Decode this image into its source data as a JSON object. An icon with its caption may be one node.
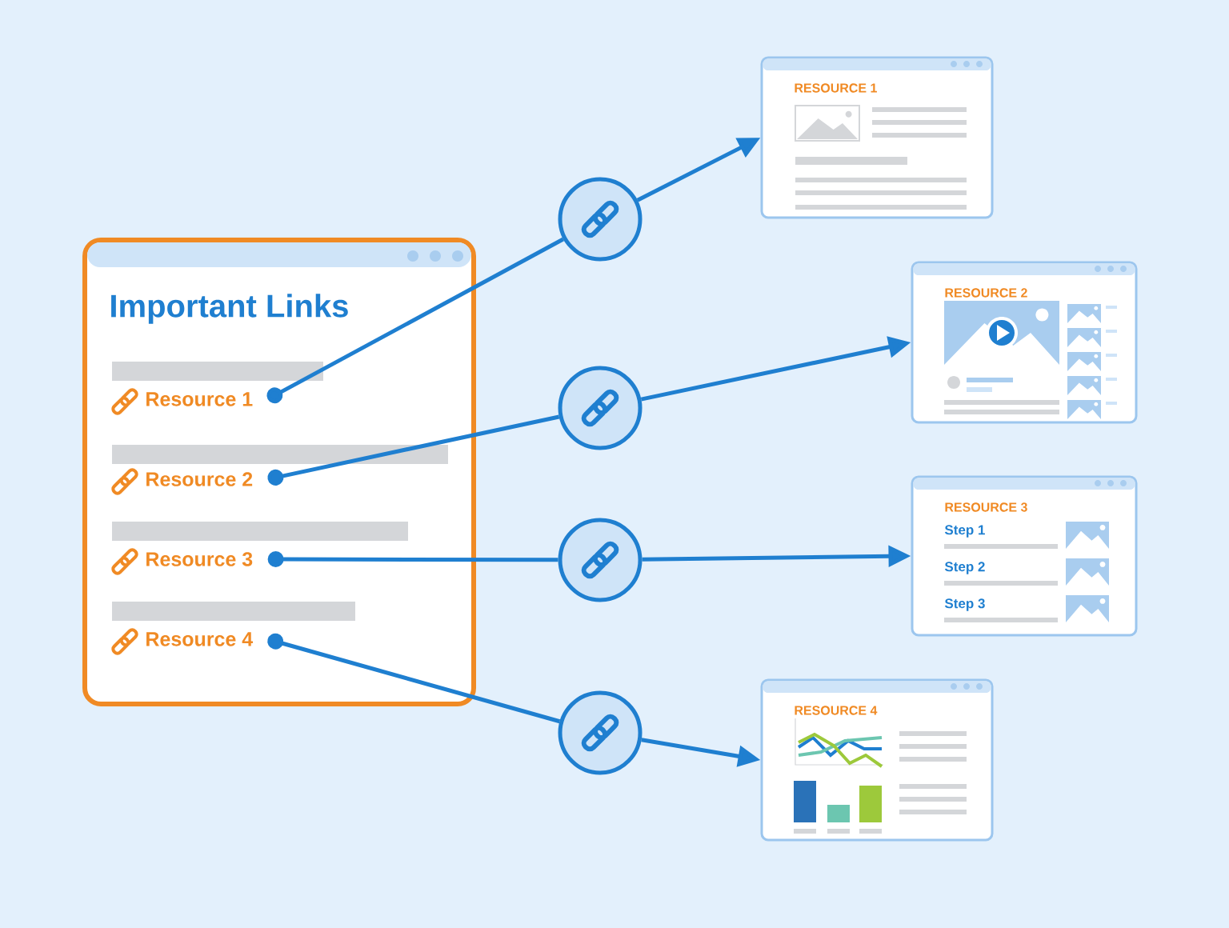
{
  "diagram": {
    "nodes": [
      {
        "text": [
          "Important Links"
        ]
      },
      {
        "text": [
          "Resource 1"
        ],
        "in": 0
      },
      {
        "text": [
          "Resource 2"
        ],
        "in": 0
      },
      {
        "text": [
          "Resource 3"
        ],
        "in": 0
      },
      {
        "text": [
          "Resource 4"
        ],
        "in": 0
      },
      {
        "text": [],
        "shape": "circle"
      },
      {
        "text": [],
        "shape": "circle"
      },
      {
        "text": [],
        "shape": "circle"
      },
      {
        "text": [],
        "shape": "circle"
      },
      {
        "text": [
          "RESOURCE 1"
        ]
      },
      {
        "text": [
          "RESOURCE 2"
        ]
      },
      {
        "text": [
          "RESOURCE 3",
          "Step 1",
          "Step 2",
          "Step 3"
        ]
      },
      {
        "text": [
          "RESOURCE 4"
        ]
      }
    ],
    "edges": [
      {
        "from": 1,
        "to": 5,
        "arrow": "other"
      },
      {
        "from": 5,
        "to": 9,
        "arrow": "to"
      },
      {
        "from": 2,
        "to": 6,
        "arrow": "other"
      },
      {
        "from": 6,
        "to": 10,
        "arrow": "to"
      },
      {
        "from": 3,
        "to": 7,
        "arrow": "other"
      },
      {
        "from": 7,
        "to": 11,
        "arrow": "to"
      },
      {
        "from": 4,
        "to": 8,
        "arrow": "other"
      },
      {
        "from": 8,
        "to": 12,
        "arrow": "to"
      }
    ]
  }
}
